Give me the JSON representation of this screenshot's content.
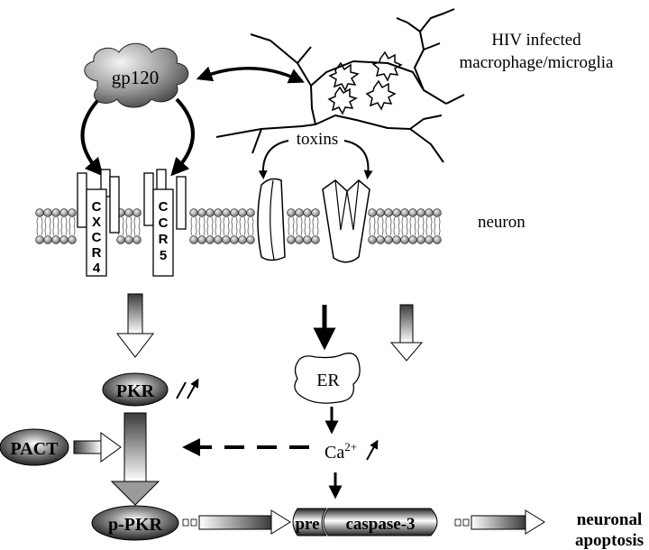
{
  "labels": {
    "hiv_line1": "HIV infected",
    "hiv_line2": "macrophage/microglia",
    "gp120": "gp120",
    "toxins": "toxins",
    "neuron": "neuron",
    "cxcr4": [
      "C",
      "X",
      "C",
      "R",
      "4"
    ],
    "ccr5": [
      "C",
      "C",
      "R",
      "5"
    ],
    "pkr": "PKR",
    "er": "ER",
    "ca": "Ca",
    "ca_sup": "2+",
    "pact": "PACT",
    "ppkr": "p-PKR",
    "pre": "pre",
    "caspase": "caspase-3",
    "outcome_line1": "neuronal",
    "outcome_line2": "apoptosis"
  },
  "colors": {
    "ink": "#000000",
    "membrane_head": "#b8b8b8",
    "node_dark": "#1a1a1a",
    "node_light": "#f2f2f2"
  }
}
